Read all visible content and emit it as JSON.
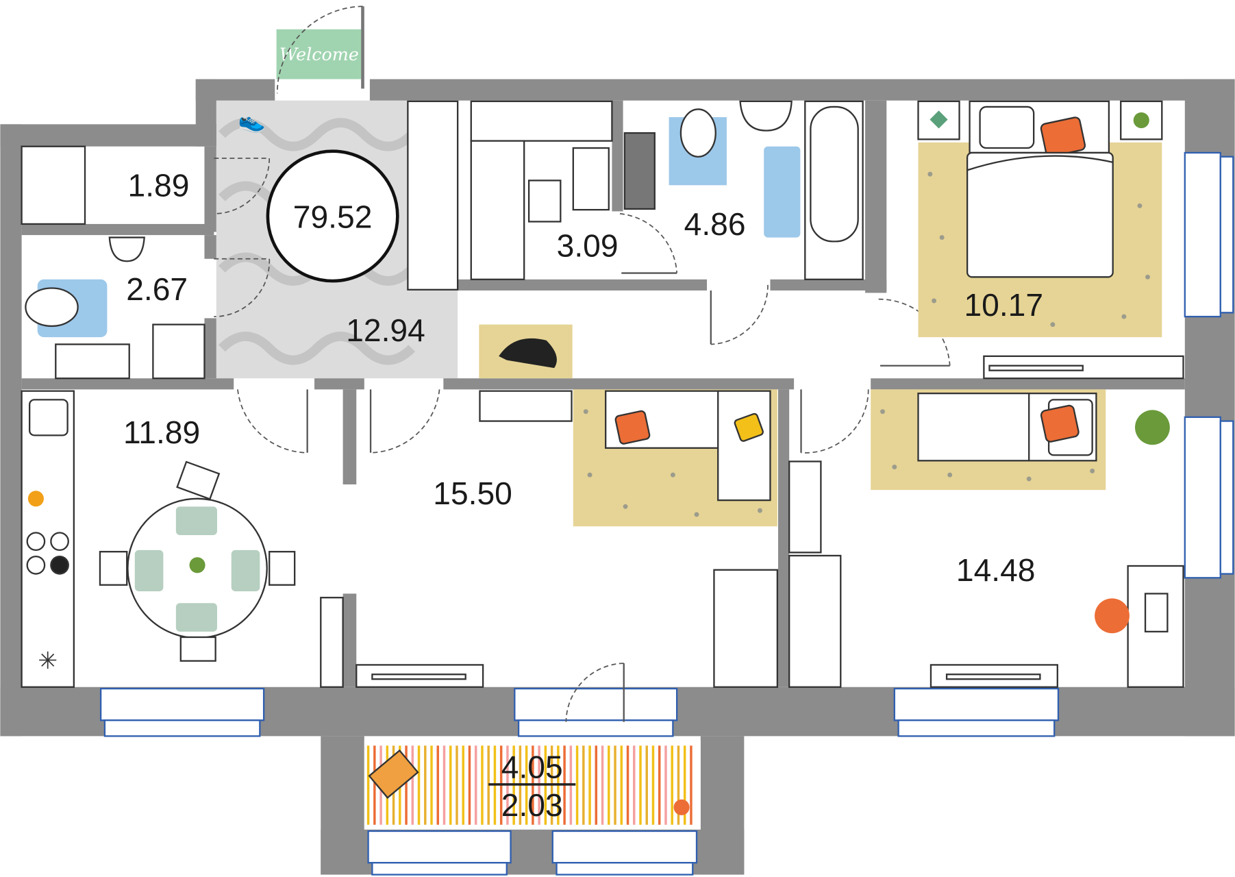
{
  "plan": {
    "total_area": "79.52",
    "welcome_sign": "Welcome",
    "rooms": [
      {
        "id": "wardrobe",
        "area": "1.89"
      },
      {
        "id": "toilet",
        "area": "2.67"
      },
      {
        "id": "hall",
        "area": "12.94"
      },
      {
        "id": "sauna",
        "area": "3.09"
      },
      {
        "id": "bathroom",
        "area": "4.86"
      },
      {
        "id": "bedroom",
        "area": "10.17"
      },
      {
        "id": "kitchen",
        "area": "11.89"
      },
      {
        "id": "living-room",
        "area": "15.50"
      },
      {
        "id": "bedroom-2",
        "area": "14.48"
      }
    ],
    "balcony": {
      "area_total": "4.05",
      "area_reduced": "2.03"
    },
    "colors": {
      "wall": "#8c8c8c",
      "rug": "#e6d496",
      "window": "#2f5fb0",
      "hall_floor": "#dcdcdc",
      "welcome": "#a0d4b0",
      "pillow": "#ec6d36"
    }
  }
}
